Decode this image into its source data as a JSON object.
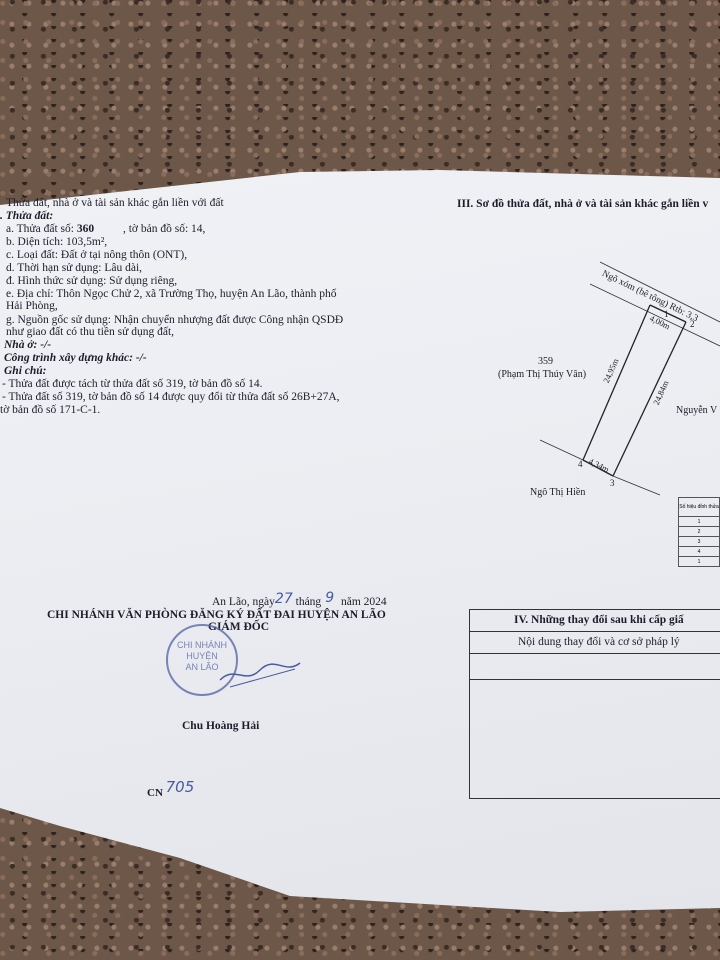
{
  "left": {
    "heading": "Thửa đất, nhà ở và tài sản khác gắn liền với đất",
    "sub1": ". Thửa đất:",
    "line_a_label": "a. Thửa đất số:",
    "line_a_num": "360",
    "line_a_rest": ", tờ bản đồ số: 14,",
    "line_b": "b. Diện tích: 103,5m²,",
    "line_c": "c. Loại đất: Đất ở tại nông thôn (ONT),",
    "line_d": "d. Thời hạn sử dụng: Lâu dài,",
    "line_dd": "đ. Hình thức sử dụng: Sử dụng riêng,",
    "line_e": "e. Địa chỉ: Thôn Ngọc Chử 2, xã Trường Thọ, huyện An Lão, thành phố",
    "line_e2": "Hải Phòng,",
    "line_g": "g. Nguồn gốc sử dụng: Nhận chuyển nhượng đất được Công nhận QSDĐ",
    "line_g2": "như giao đất có thu tiền sử dụng đất,",
    "nha_o": "Nhà ở: -/-",
    "cong_trinh": "Công trình xây dựng khác: -/-",
    "ghi_chu": "Ghi chú:",
    "note1": "- Thửa đất được tách từ thửa đất số 319, tờ bản đồ số 14.",
    "note2": "- Thửa đất số 319, tờ bản đồ số 14 được quy đổi từ thửa đất số 26B+27A,",
    "note3": "tờ bản đồ số 171-C-1."
  },
  "sign": {
    "date_prefix": "An Lão, ngày",
    "day": "27",
    "month_word": "tháng",
    "month": "9",
    "year": "năm 2024",
    "office": "CHI NHÁNH VĂN PHÒNG ĐĂNG KÝ ĐẤT ĐAI HUYỆN AN LÃO",
    "title": "GIÁM ĐỐC",
    "stamp_l1": "CHI NHÁNH",
    "stamp_l2": "HUYỆN",
    "stamp_l3": "AN LÃO",
    "signer": "Chu Hoàng Hải",
    "cert_code": "CN",
    "cert_num": "705"
  },
  "right": {
    "heading": "III. Sơ đồ thửa đất, nhà ở và tài sản khác gắn liền v",
    "road": "Ngõ xóm (bê tông) Rtb: 3,3",
    "parcel_359": "359",
    "owner_359": "(Phạm Thị Thúy Vân)",
    "neighbor_right": "Nguyễn V",
    "neighbor_bottom": "Ngô Thị Hiền",
    "dim_top": "4,00m",
    "dim_left": "24,95m",
    "dim_right": "24,84m",
    "dim_bottom": "4,34m",
    "pt1": "1",
    "pt2": "2",
    "pt3": "3",
    "pt4": "4",
    "table_head": "Số hiệu đỉnh thửa",
    "table_rows": [
      "1",
      "2",
      "3",
      "4",
      "1"
    ],
    "section4_title": "IV. Những thay đổi sau khi cấp giấ",
    "section4_col": "Nội dung thay đổi và cơ sở pháp lý"
  }
}
